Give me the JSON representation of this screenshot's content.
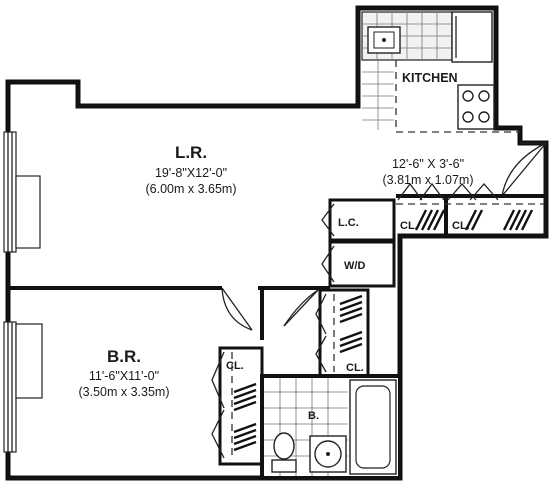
{
  "floor_plan": {
    "rooms": {
      "living_room": {
        "name": "L.R.",
        "dimensions_imperial": "19'-8\"X12'-0\"",
        "dimensions_metric": "(6.00m x 3.65m)"
      },
      "bedroom": {
        "name": "B.R.",
        "dimensions_imperial": "11'-6\"X11'-0\"",
        "dimensions_metric": "(3.50m x 3.35m)"
      },
      "foyer": {
        "dimensions_imperial": "12'-6\" X 3'-6\"",
        "dimensions_metric": "(3.81m x 1.07m)"
      },
      "kitchen": {
        "name": "KITCHEN"
      },
      "bath": {
        "name": "B."
      }
    },
    "closets": {
      "linen": "L.C.",
      "washer_dryer": "W/D",
      "closet_label": "CL.",
      "foyer_closet_1": "CL.",
      "foyer_closet_2": "CL.",
      "hall_closet": "CL.",
      "bedroom_closet": "CL."
    },
    "colors": {
      "wall": "#111111",
      "background": "#ffffff",
      "fixture": "#222222"
    }
  }
}
